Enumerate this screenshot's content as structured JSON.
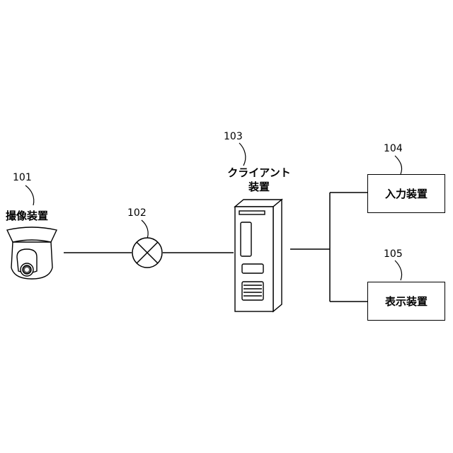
{
  "diagram": {
    "camera": {
      "ref": "101",
      "label": "撮像装置"
    },
    "network": {
      "ref": "102"
    },
    "client": {
      "ref": "103",
      "label_line1": "クライアント",
      "label_line2": "装置"
    },
    "input_device": {
      "ref": "104",
      "label": "入力装置"
    },
    "display_device": {
      "ref": "105",
      "label": "表示装置"
    }
  }
}
